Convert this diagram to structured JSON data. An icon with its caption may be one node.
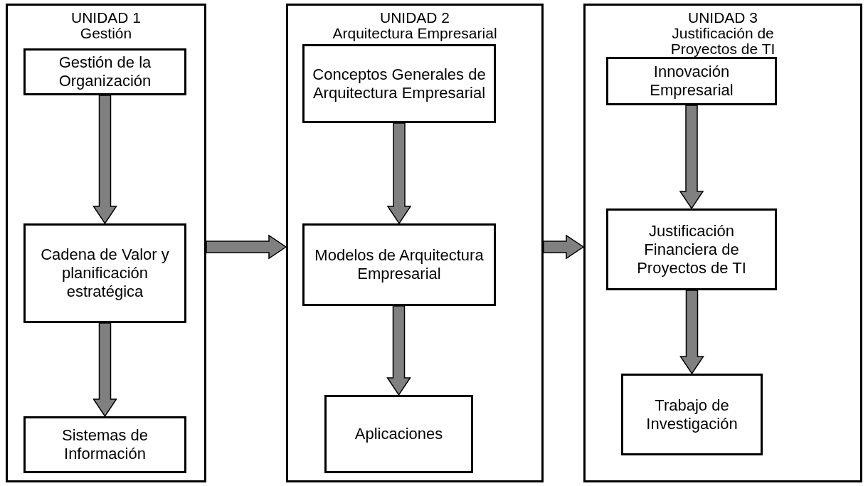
{
  "diagram": {
    "nodes": [
      {
        "text": [
          "UNIDAD 1",
          "Gestión"
        ]
      },
      {
        "text": [
          "Gestión de la Organización"
        ],
        "in": 0
      },
      {
        "text": [
          "Cadena de Valor y planificación estratégica"
        ],
        "in": 0
      },
      {
        "text": [
          "Sistemas de Información"
        ],
        "in": 0
      },
      {
        "text": [
          "UNIDAD 2",
          "Arquitectura Empresarial"
        ]
      },
      {
        "text": [
          "Conceptos Generales de Arquitectura Empresarial"
        ],
        "in": 4
      },
      {
        "text": [
          "Modelos de Arquitectura Empresarial"
        ],
        "in": 4
      },
      {
        "text": [
          "Aplicaciones"
        ],
        "in": 4
      },
      {
        "text": [
          "UNIDAD 3",
          "Justificación de Proyectos de TI"
        ]
      },
      {
        "text": [
          "Innovación Empresarial"
        ],
        "in": 8
      },
      {
        "text": [
          "Justificación Financiera de Proyectos de TI"
        ],
        "in": 8
      },
      {
        "text": [
          "Trabajo de Investigación"
        ],
        "in": 8
      }
    ],
    "edges": [
      {
        "from": 1,
        "to": 2,
        "arrow": "to"
      },
      {
        "from": 2,
        "to": 3,
        "arrow": "to"
      },
      {
        "from": 5,
        "to": 6,
        "arrow": "to"
      },
      {
        "from": 6,
        "to": 7,
        "arrow": "to"
      },
      {
        "from": 9,
        "to": 10,
        "arrow": "to"
      },
      {
        "from": 10,
        "to": 11,
        "arrow": "to"
      },
      {
        "from": 0,
        "to": 4,
        "arrow": "to"
      },
      {
        "from": 4,
        "to": 8,
        "arrow": "to"
      }
    ]
  }
}
